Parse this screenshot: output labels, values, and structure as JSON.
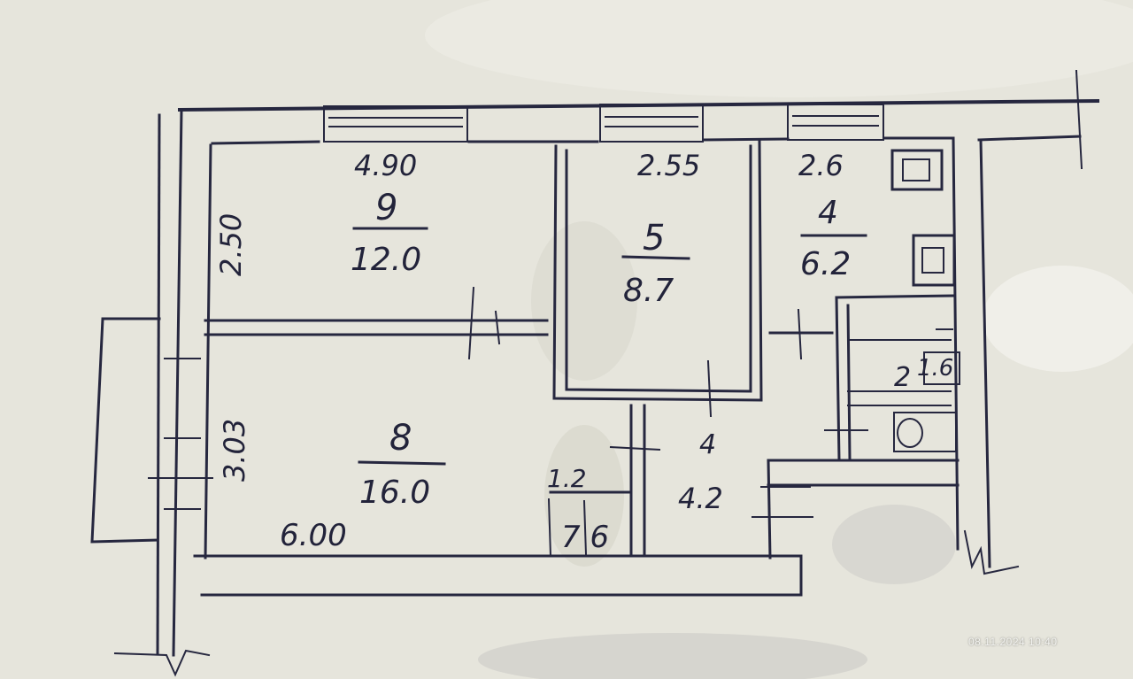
{
  "rooms": [
    {
      "number": "9",
      "area": "12.0"
    },
    {
      "number": "5",
      "area": "8.7"
    },
    {
      "number": "4",
      "area": "6.2"
    },
    {
      "number": "8",
      "area": "16.0"
    },
    {
      "number": "4",
      "area": "4.2"
    },
    {
      "number": "2",
      "area": "1.6"
    }
  ],
  "dimensions": {
    "room9_width": "4.90",
    "room5_width": "2.55",
    "room4_width": "2.6",
    "room9_depth": "2.50",
    "room8_depth": "3.03",
    "room8_width": "6.00",
    "closet_width": "1.2",
    "closet_numbers": "7 6"
  },
  "timestamp": "08.11.2024  10:40"
}
